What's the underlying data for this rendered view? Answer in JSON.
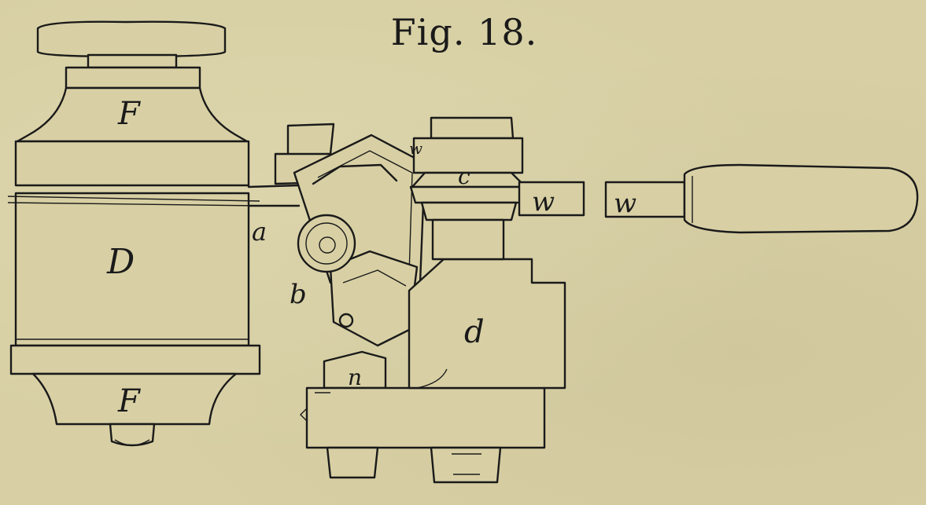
{
  "figure": {
    "title": "Fig. 18."
  },
  "labels": {
    "f_top": "F",
    "d_big": "D",
    "f_bottom": "F",
    "a": "a",
    "b": "b",
    "d_small": "d",
    "n": "n",
    "c": "c",
    "w_left": "w",
    "w_right": "w",
    "w_small": "w"
  },
  "colors": {
    "paper": "#d8d0a4",
    "ink": "#1a1a1a"
  }
}
